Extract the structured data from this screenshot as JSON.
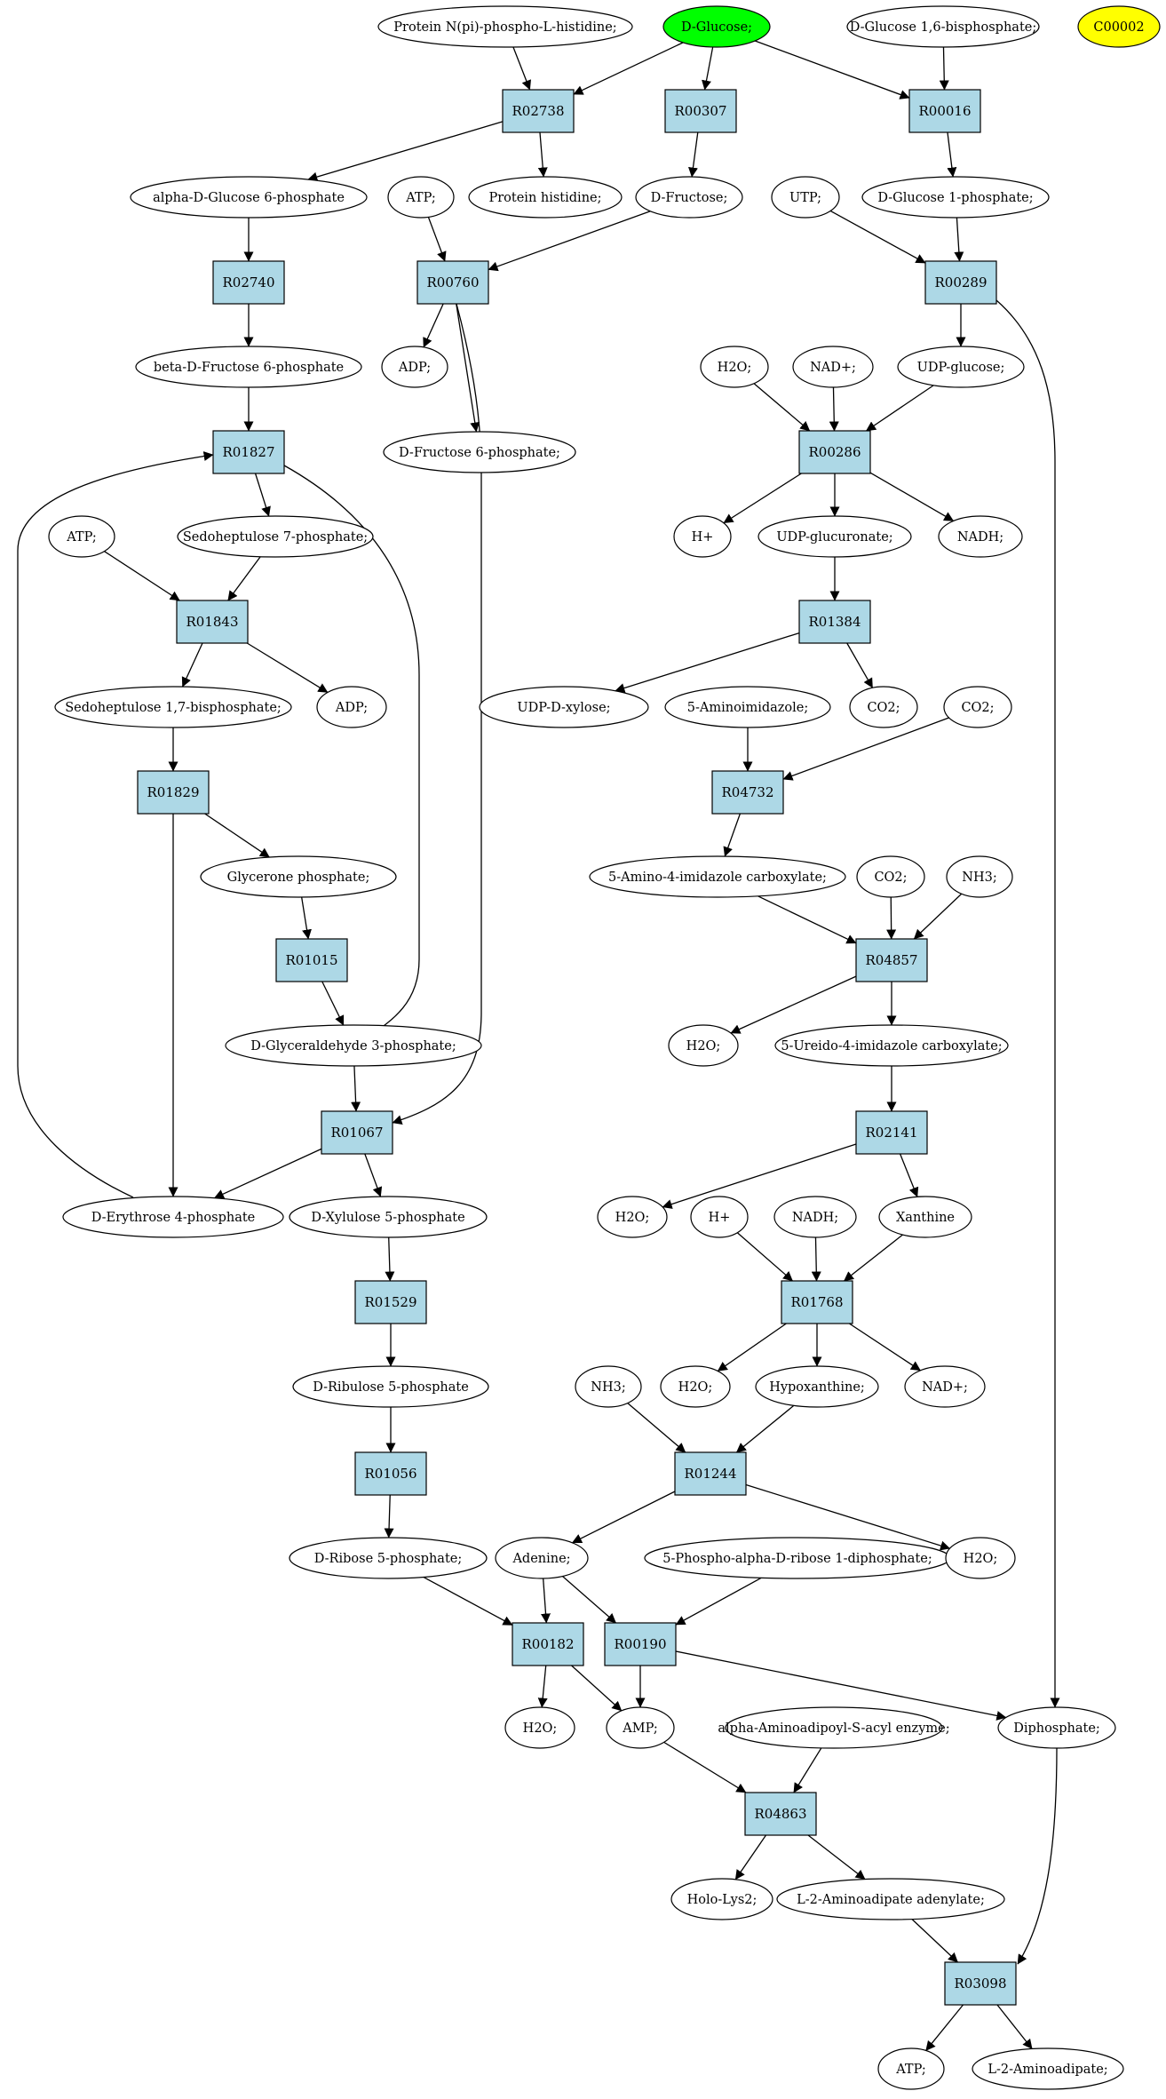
{
  "colors": {
    "reaction_fill": "#add8e6",
    "start_fill": "#00ff00",
    "highlight_fill": "#ffff00",
    "compound_fill": "#ffffff",
    "stroke": "#000000"
  },
  "compounds": {
    "c_pnphis": "Protein N(pi)-phospho-L-histidine;",
    "c_dglucose": "D-Glucose;",
    "c_dg16bp": "D-Glucose 1,6-bisphosphate;",
    "c_c00002": "C00002",
    "c_ag6p": "alpha-D-Glucose 6-phosphate",
    "c_protein_his": "Protein histidine;",
    "c_dfructose": "D-Fructose;",
    "c_atp1": "ATP;",
    "c_utp": "UTP;",
    "c_dg1p": "D-Glucose 1-phosphate;",
    "c_bf6p": "beta-D-Fructose 6-phosphate",
    "c_adp1": "ADP;",
    "c_h2o1": "H2O;",
    "c_nad1": "NAD+;",
    "c_udpglc": "UDP-glucose;",
    "c_df6p": "D-Fructose 6-phosphate;",
    "c_atp2": "ATP;",
    "c_s7p": "Sedoheptulose 7-phosphate;",
    "c_hplus1": "H+",
    "c_udpglcA": "UDP-glucuronate;",
    "c_nadh1": "NADH;",
    "c_s17bp": "Sedoheptulose 1,7-bisphosphate;",
    "c_adp2": "ADP;",
    "c_udpxyl": "UDP-D-xylose;",
    "c_5ai": "5-Aminoimidazole;",
    "c_co2_1": "CO2;",
    "c_co2_2": "CO2;",
    "c_gp": "Glycerone phosphate;",
    "c_5a4ic": "5-Amino-4-imidazole carboxylate;",
    "c_co2_3": "CO2;",
    "c_nh3_1": "NH3;",
    "c_g3p": "D-Glyceraldehyde 3-phosphate;",
    "c_h2o2": "H2O;",
    "c_5u4ic": "5-Ureido-4-imidazole carboxylate;",
    "c_e4p": "D-Erythrose 4-phosphate",
    "c_x5p": "D-Xylulose 5-phosphate",
    "c_h2o3": "H2O;",
    "c_hplus2": "H+",
    "c_nadh2": "NADH;",
    "c_xanthine": "Xanthine",
    "c_ru5p": "D-Ribulose 5-phosphate",
    "c_nh3_2": "NH3;",
    "c_h2o4": "H2O;",
    "c_hypox": "Hypoxanthine;",
    "c_nad2": "NAD+;",
    "c_r5p": "D-Ribose 5-phosphate;",
    "c_adenine": "Adenine;",
    "c_prpp": "5-Phospho-alpha-D-ribose 1-diphosphate;",
    "c_h2o5": "H2O;",
    "c_h2o6": "H2O;",
    "c_amp": "AMP;",
    "c_aapse": "alpha-Aminoadipoyl-S-acyl enzyme;",
    "c_ppi": "Diphosphate;",
    "c_hololys2": "Holo-Lys2;",
    "c_l2aaa": "L-2-Aminoadipate adenylate;",
    "c_atp3": "ATP;",
    "c_l2aa": "L-2-Aminoadipate;"
  },
  "reactions": {
    "r_R02738": "R02738",
    "r_R00307": "R00307",
    "r_R00016": "R00016",
    "r_R02740": "R02740",
    "r_R00760": "R00760",
    "r_R00289": "R00289",
    "r_R01827": "R01827",
    "r_R00286": "R00286",
    "r_R01843": "R01843",
    "r_R01384": "R01384",
    "r_R01829": "R01829",
    "r_R04732": "R04732",
    "r_R01015": "R01015",
    "r_R04857": "R04857",
    "r_R01067": "R01067",
    "r_R02141": "R02141",
    "r_R01529": "R01529",
    "r_R01768": "R01768",
    "r_R01056": "R01056",
    "r_R01244": "R01244",
    "r_R00182": "R00182",
    "r_R00190": "R00190",
    "r_R04863": "R04863",
    "r_R03098": "R03098"
  }
}
